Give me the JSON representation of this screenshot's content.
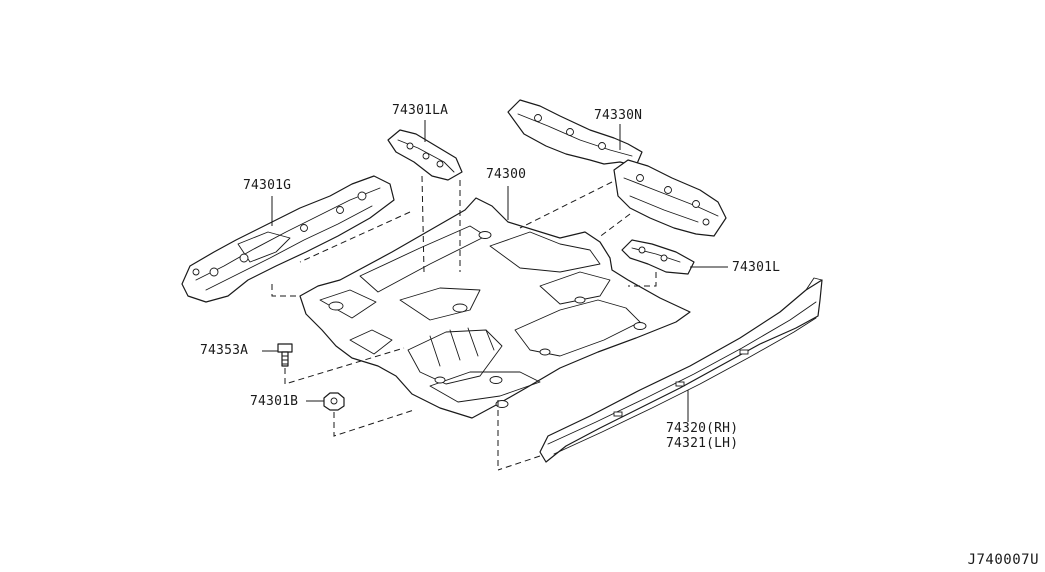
{
  "diagram": {
    "drawing_code": "J740007U",
    "callouts": {
      "p74301LA": "74301LA",
      "p74330N": "74330N",
      "p74301G": "74301G",
      "p74300": "74300",
      "p74301L": "74301L",
      "p74353A": "74353A",
      "p74301B": "74301B",
      "p74320": "74320(RH)",
      "p74321": "74321(LH)"
    }
  }
}
